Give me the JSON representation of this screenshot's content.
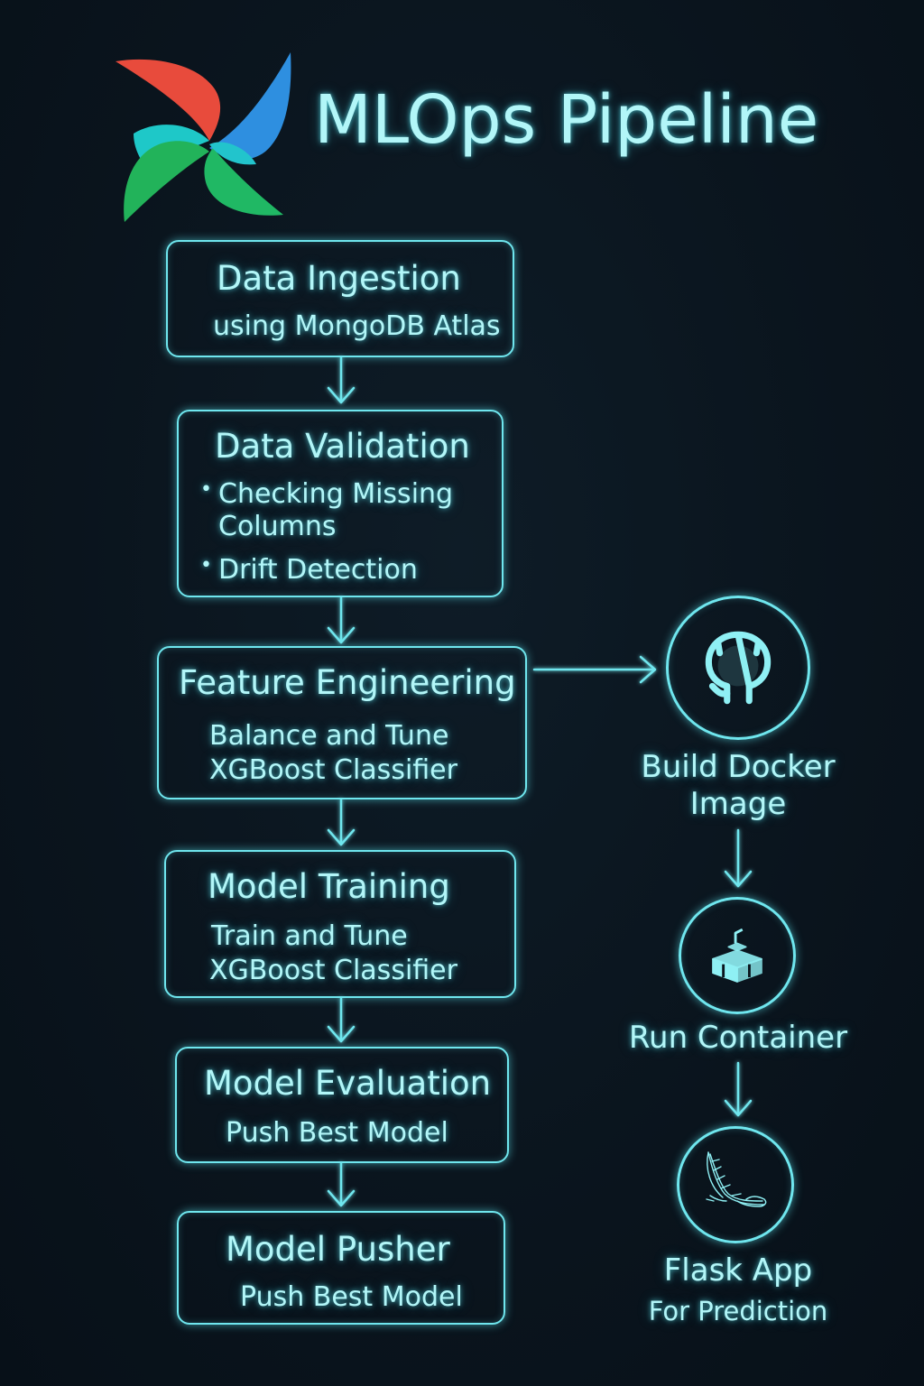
{
  "title": "MLOps Pipeline",
  "logo": {
    "icon": "pinwheel-logo",
    "colors": [
      "#e84b3c",
      "#2e8fe0",
      "#1ec8c8",
      "#22b35a"
    ]
  },
  "accent_color": "#6fe6ee",
  "text_color": "#b2f6f8",
  "background_color": "#0a141d",
  "pipeline": [
    {
      "title": "Data Ingestion",
      "subtitle": "using MongoDB Atlas"
    },
    {
      "title": "Data Validation",
      "bullets": [
        "Checking Missing Columns",
        "Drift Detection"
      ]
    },
    {
      "title": "Feature Engineering",
      "subtitle_lines": [
        "Balance and Tune",
        "XGBoost Classifier"
      ]
    },
    {
      "title": "Model Training",
      "subtitle_lines": [
        "Train and Tune",
        "XGBoost Classifier"
      ]
    },
    {
      "title": "Model Evaluation",
      "subtitle": "Push Best Model"
    },
    {
      "title": "Model Pusher",
      "subtitle": "Push Best Model"
    }
  ],
  "deployment": [
    {
      "icon": "github-icon",
      "label_lines": [
        "Build Docker",
        "Image"
      ]
    },
    {
      "icon": "container-icon",
      "label_lines": [
        "Run Container"
      ]
    },
    {
      "icon": "flask-icon",
      "label_lines": [
        "Flask App"
      ],
      "sublabel": "For Prediction"
    }
  ]
}
